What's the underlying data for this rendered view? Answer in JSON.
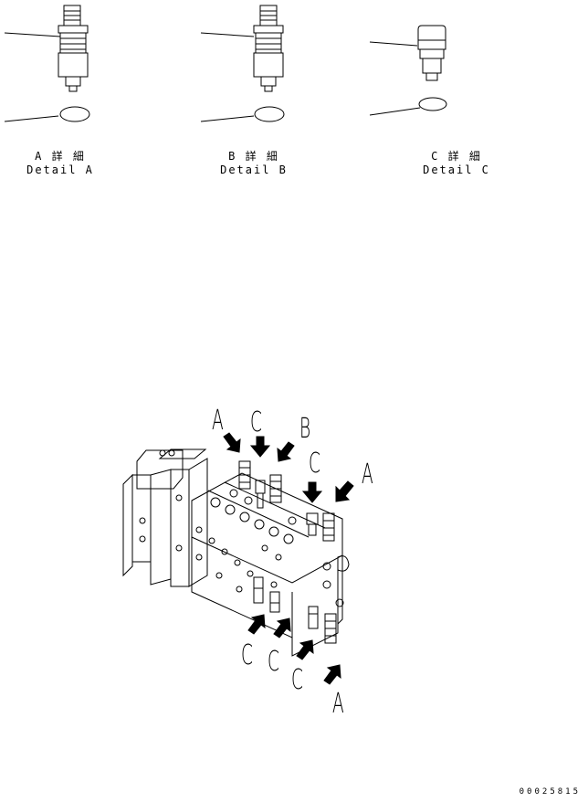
{
  "details": [
    {
      "id": "A",
      "jp": "A 詳 細",
      "en": "Detail A"
    },
    {
      "id": "B",
      "jp": "B 詳 細",
      "en": "Detail B"
    },
    {
      "id": "C",
      "jp": "C 詳 細",
      "en": "Detail C"
    }
  ],
  "callouts": [
    "A",
    "C",
    "B",
    "C",
    "A",
    "C",
    "C",
    "C",
    "A"
  ],
  "part_number": "00025815",
  "colors": {
    "ink": "#000000",
    "paper": "#ffffff"
  }
}
